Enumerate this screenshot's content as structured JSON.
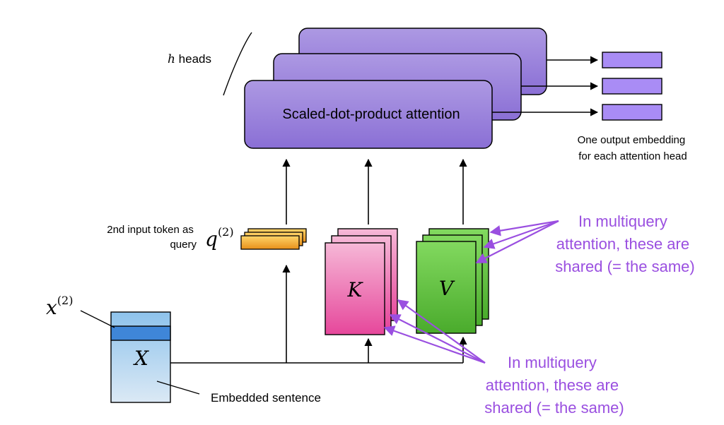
{
  "heads_label": {
    "var": "h",
    "text": " heads"
  },
  "attention_box_label": "Scaled-dot-product attention",
  "output_caption": [
    "One output embedding",
    "for each attention head"
  ],
  "query": {
    "caption": [
      "2nd input token as",
      "query"
    ],
    "symbol": "q",
    "superscript": "(2)"
  },
  "key_label": "K",
  "value_label": "V",
  "input_matrix_label": "X",
  "input_row": {
    "symbol": "x",
    "superscript": "(2)"
  },
  "embedded_caption": "Embedded sentence",
  "note_top": [
    "In multiquery",
    "attention, these are",
    "shared (= the same)"
  ],
  "note_bottom": [
    "In multiquery",
    "attention, these are",
    "shared (= the same)"
  ],
  "colors": {
    "head_fill_top": "#a994e0",
    "head_fill_bottom": "#8b6fd6",
    "output_fill": "#a98cf5",
    "key_top": "#f7b6d6",
    "key_bottom": "#e8459a",
    "value_top": "#7dd65a",
    "value_bottom": "#4fae2f",
    "query_top": "#ffd166",
    "query_bottom": "#e8951c",
    "matrix_top": "#8ec5ee",
    "matrix_bottom": "#d7e8f5",
    "row_highlight": "#3f86d8",
    "annotation": "#9a4fe0"
  }
}
